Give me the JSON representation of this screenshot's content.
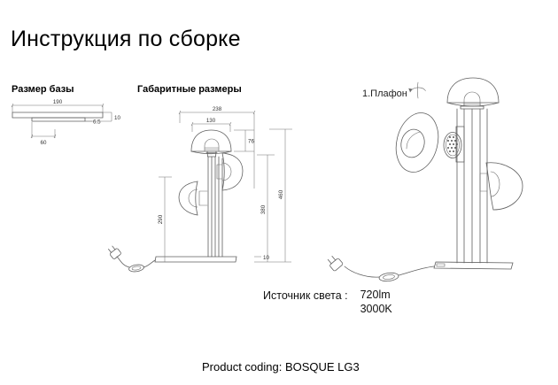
{
  "title": "Инструкция по сборке",
  "base_section": {
    "label": "Размер базы",
    "dims": {
      "width": "190",
      "inner_width": "60",
      "lip": "6.5",
      "height": "10"
    }
  },
  "overall_section": {
    "label": "Габаритные размеры",
    "dims": {
      "total_width": "238",
      "shade_width": "130",
      "shade_height": "76",
      "left_height": "290",
      "mid_height": "380",
      "total_height": "460",
      "base_thickness": "10"
    }
  },
  "assembly_section": {
    "step_label": "1.Плафон"
  },
  "light_source": {
    "label": "Источник света :",
    "flux": "720lm",
    "temperature": "3000K"
  },
  "footer": {
    "product_coding": "Product coding: BOSQUE LG3"
  },
  "colors": {
    "line": "#5f5f5f",
    "dim_line": "#777777",
    "text": "#111111"
  }
}
